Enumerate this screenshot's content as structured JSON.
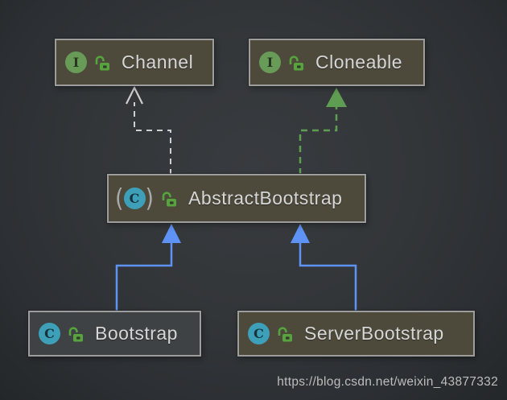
{
  "colors": {
    "node-fill-olive": "#4d4a3c",
    "node-fill-gray": "#3f4245",
    "node-border": "#9d9d9d",
    "interface-icon-green": "#699b58",
    "class-icon-teal": "#3d9fb8",
    "lock-green": "#57a33e",
    "label-text": "#d6d6d6",
    "edge-dashed-gray": "#cfcfcf",
    "edge-implements-green": "#5f9e52",
    "edge-extends-blue": "#5e93f5"
  },
  "diagram": {
    "nodes": [
      {
        "id": "channel",
        "label": "Channel",
        "kind": "interface",
        "visibility": "public"
      },
      {
        "id": "cloneable",
        "label": "Cloneable",
        "kind": "interface",
        "visibility": "public"
      },
      {
        "id": "abstract-bootstrap",
        "label": "AbstractBootstrap",
        "kind": "abstract-class",
        "visibility": "public"
      },
      {
        "id": "bootstrap",
        "label": "Bootstrap",
        "kind": "class",
        "visibility": "public"
      },
      {
        "id": "server-bootstrap",
        "label": "ServerBootstrap",
        "kind": "class",
        "visibility": "public"
      }
    ],
    "icon_glyphs": {
      "interface": "I",
      "class": "C",
      "paren_left": "(",
      "paren_right": ")"
    },
    "edges": [
      {
        "from": "AbstractBootstrap",
        "to": "Channel",
        "relation": "dependency",
        "line": "dashed",
        "arrowhead": "open",
        "color": "#cfcfcf"
      },
      {
        "from": "AbstractBootstrap",
        "to": "Cloneable",
        "relation": "implements",
        "line": "dashed",
        "arrowhead": "filled-triangle",
        "color": "#5f9e52"
      },
      {
        "from": "Bootstrap",
        "to": "AbstractBootstrap",
        "relation": "extends",
        "line": "solid",
        "arrowhead": "filled-triangle",
        "color": "#5e93f5"
      },
      {
        "from": "ServerBootstrap",
        "to": "AbstractBootstrap",
        "relation": "extends",
        "line": "solid",
        "arrowhead": "filled-triangle",
        "color": "#5e93f5"
      }
    ]
  },
  "watermark": {
    "text": "https://blog.csdn.net/weixin_43877332"
  }
}
